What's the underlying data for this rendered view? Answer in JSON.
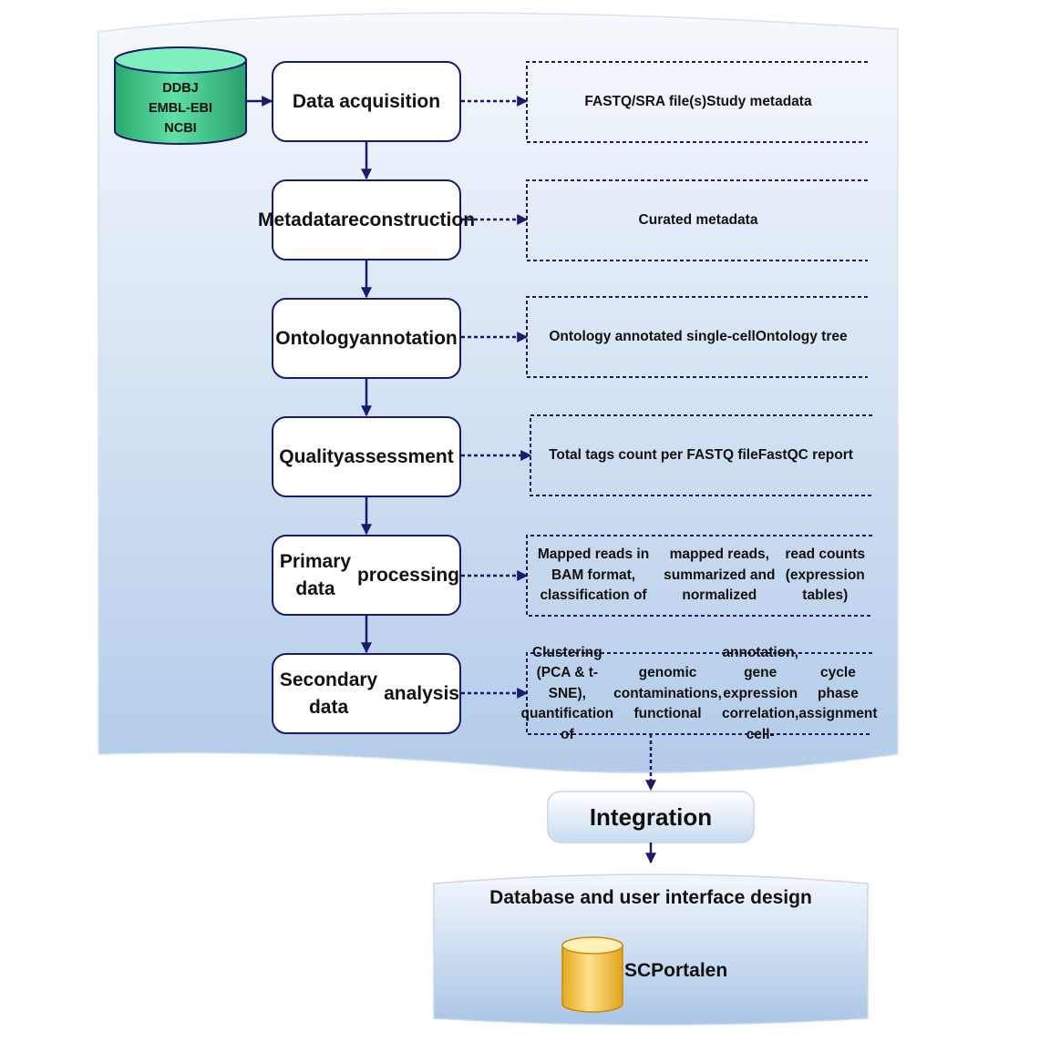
{
  "sources": {
    "lines": [
      "DDBJ",
      "EMBL-EBI",
      "NCBI"
    ],
    "color": "#3cc98a"
  },
  "steps": [
    {
      "lines": [
        "Data acquisition"
      ]
    },
    {
      "lines": [
        "Metadata",
        "reconstruction"
      ]
    },
    {
      "lines": [
        "Ontology",
        "annotation"
      ]
    },
    {
      "lines": [
        "Quality",
        "assessment"
      ]
    },
    {
      "lines": [
        "Primary data",
        "processing"
      ]
    },
    {
      "lines": [
        "Secondary data",
        "analysis"
      ]
    }
  ],
  "outputs": [
    {
      "lines": [
        "FASTQ/SRA file(s)",
        "Study metadata"
      ]
    },
    {
      "lines": [
        "Curated metadata"
      ]
    },
    {
      "lines": [
        "Ontology annotated single-cell",
        "Ontology tree"
      ]
    },
    {
      "lines": [
        "Total tags count per FASTQ file",
        "FastQC report"
      ]
    },
    {
      "lines": [
        "Mapped reads in BAM format, classification of",
        "mapped reads, summarized and normalized",
        "read counts (expression tables)"
      ]
    },
    {
      "lines": [
        "Clustering (PCA & t-SNE), quantification of",
        "genomic contaminations, functional",
        "annotation, gene expression correlation, cell-",
        "cycle phase assignment"
      ]
    }
  ],
  "integration": {
    "label": "Integration"
  },
  "database": {
    "title": "Database and user interface design",
    "portal": "SCPortalen",
    "portal_color": "#f5c542"
  },
  "colors": {
    "arrow": "#1a1a6e",
    "panel_top": "#f4f8fd",
    "panel_bottom": "#b3cce9"
  }
}
